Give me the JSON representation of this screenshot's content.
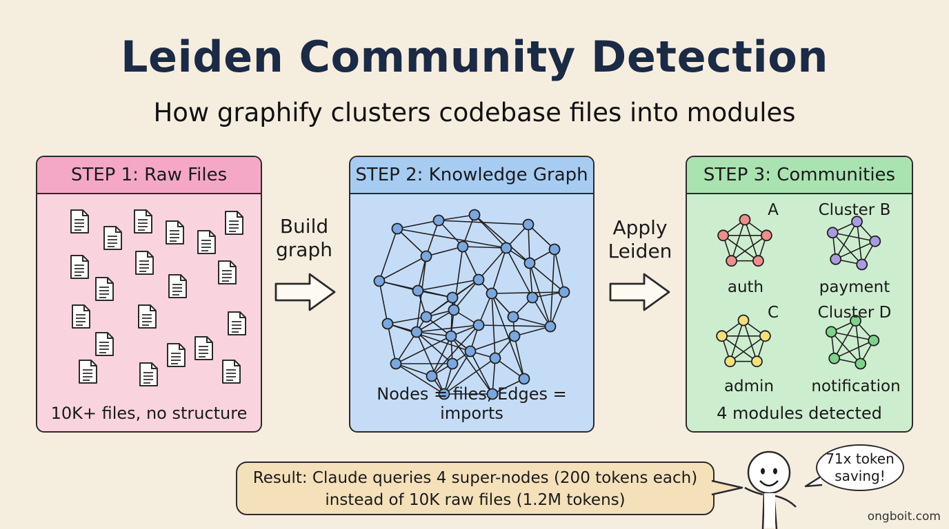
{
  "title": "Leiden Community Detection",
  "subtitle": "How graphify clusters codebase files into modules",
  "steps": [
    {
      "header": "STEP 1: Raw Files",
      "footer": "10K+ files, no structure"
    },
    {
      "header": "STEP 2: Knowledge Graph",
      "footer": "Nodes = files, Edges = imports"
    },
    {
      "header": "STEP 3: Communities",
      "footer": "4 modules detected"
    }
  ],
  "arrows": [
    {
      "line1": "Build",
      "line2": "graph"
    },
    {
      "line1": "Apply",
      "line2": "Leiden"
    }
  ],
  "clusters": [
    {
      "name": "A",
      "module": "auth",
      "color": "#f08c8c"
    },
    {
      "name": "Cluster B",
      "module": "payment",
      "color": "#a99be0"
    },
    {
      "name": "C",
      "module": "admin",
      "color": "#f3e07a"
    },
    {
      "name": "Cluster D",
      "module": "notification",
      "color": "#7dd38c"
    }
  ],
  "graph_node_color": "#7aa8de",
  "result": {
    "line1": "Result: Claude queries 4 super-nodes (200 tokens each)",
    "line2": "instead of 10K raw files (1.2M tokens)"
  },
  "bubble": {
    "line1": "71x token",
    "line2": "saving!"
  },
  "credit": "ongboit.com"
}
